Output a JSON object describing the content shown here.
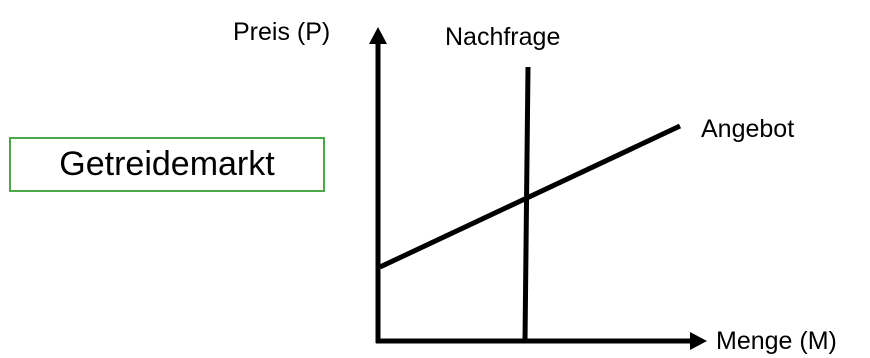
{
  "market": {
    "title": "Getreidemarkt"
  },
  "axes": {
    "y_label": "Preis (P)",
    "x_label": "Menge (M)"
  },
  "curves": {
    "demand_label": "Nachfrage",
    "supply_label": "Angebot"
  },
  "colors": {
    "box_border": "#4aa84a",
    "line": "#000000"
  }
}
